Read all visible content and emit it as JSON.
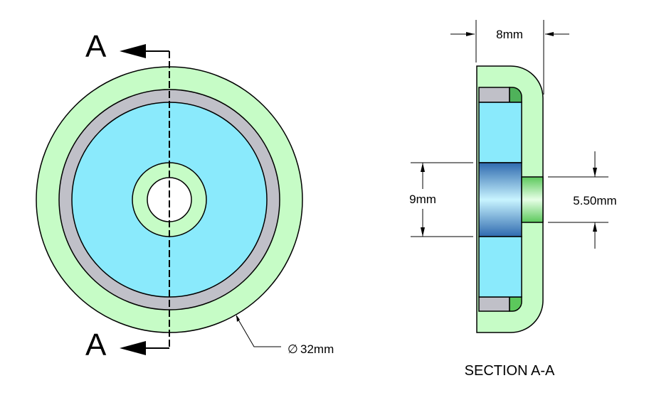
{
  "front_view": {
    "section_label_top": "A",
    "section_label_bottom": "A",
    "diameter_symbol": "∅",
    "diameter_label": "32mm"
  },
  "section_view": {
    "title": "SECTION A-A",
    "width_label": "8mm",
    "magnet_hole_label": "9mm",
    "stud_label": "5.50mm"
  },
  "colors": {
    "housing": "#c6fcc6",
    "magnet": "#8aeafc",
    "ring": "#c0c0c8",
    "corner": "#4fb25a",
    "bore_dark": "#2f6fb8"
  }
}
